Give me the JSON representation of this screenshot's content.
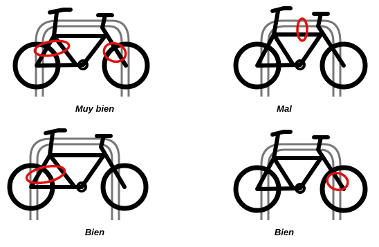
{
  "panels": [
    {
      "caption": "Muy bien",
      "lock_position": "frame-and-rear-wheel"
    },
    {
      "caption": "Mal",
      "lock_position": "top-tube"
    },
    {
      "caption": "Bien",
      "lock_position": "rear-wheel-and-frame"
    },
    {
      "caption": "Bien",
      "lock_position": "front-wheel-fork"
    }
  ],
  "colors": {
    "bike": "#000000",
    "rack": "#777777",
    "lock": "#e01010"
  }
}
